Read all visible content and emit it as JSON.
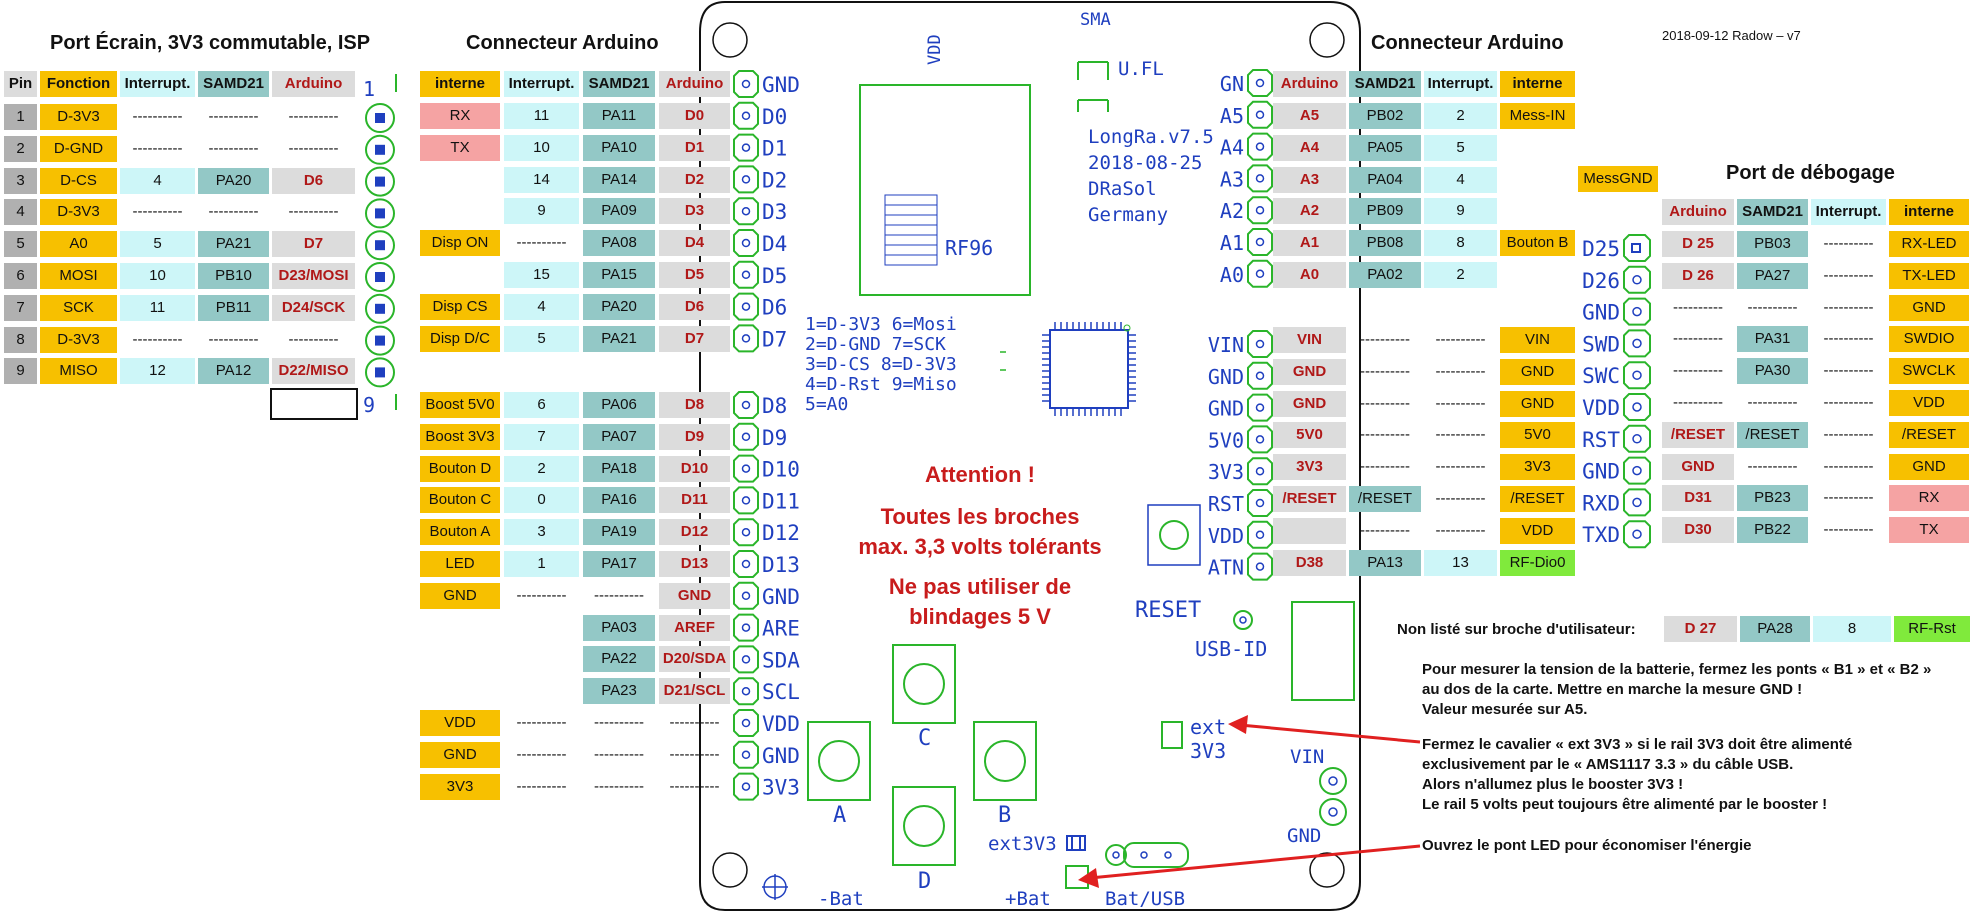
{
  "header": {
    "left_title": "Port Écrain, 3V3 commutable, ISP",
    "mid_title": "Connecteur Arduino",
    "right_title": "Connecteur Arduino",
    "debug_title": "Port de débogage",
    "version": "2018-09-12 Radow – v7"
  },
  "colors": {
    "gray": "#b0b0b0",
    "light_gray": "#dcdcdc",
    "yellow": "#f7c000",
    "teal": "#93c8c6",
    "cyan": "#cdf6f8",
    "pink": "#f5a3a3",
    "green": "#80ea3c",
    "board": "#2ab52a",
    "silk": "#1f3fbf",
    "arduino_red": "#b01818",
    "warning": "#c81c1c",
    "arrow": "#e02020"
  },
  "left_table": {
    "headers": [
      "Pin",
      "Fonction",
      "Interrupt.",
      "SAMD21",
      "Arduino"
    ],
    "rows": [
      [
        "1",
        "D-3V3",
        "----------",
        "----------",
        "----------"
      ],
      [
        "2",
        "D-GND",
        "----------",
        "----------",
        "----------"
      ],
      [
        "3",
        "D-CS",
        "4",
        "PA20",
        "D6"
      ],
      [
        "4",
        "D-3V3",
        "----------",
        "----------",
        "----------"
      ],
      [
        "5",
        "A0",
        "5",
        "PA21",
        "D7"
      ],
      [
        "6",
        "MOSI",
        "10",
        "PB10",
        "D23/MOSI"
      ],
      [
        "7",
        "SCK",
        "11",
        "PB11",
        "D24/SCK"
      ],
      [
        "8",
        "D-3V3",
        "----------",
        "----------",
        "----------"
      ],
      [
        "9",
        "MISO",
        "12",
        "PA12",
        "D22/MISO"
      ]
    ],
    "connector_first": "1",
    "connector_last": "9"
  },
  "mid_table": {
    "headers": [
      "interne",
      "Interrupt.",
      "SAMD21",
      "Arduino"
    ],
    "rows": [
      [
        "RX",
        "11",
        "PA11",
        "D0"
      ],
      [
        "TX",
        "10",
        "PA10",
        "D1"
      ],
      [
        "",
        "14",
        "PA14",
        "D2"
      ],
      [
        "",
        "9",
        "PA09",
        "D3"
      ],
      [
        "Disp ON",
        "----------",
        "PA08",
        "D4"
      ],
      [
        "",
        "15",
        "PA15",
        "D5"
      ],
      [
        "Disp CS",
        "4",
        "PA20",
        "D6"
      ],
      [
        "Disp D/C",
        "5",
        "PA21",
        "D7"
      ],
      [
        "Boost 5V0",
        "6",
        "PA06",
        "D8"
      ],
      [
        "Boost 3V3",
        "7",
        "PA07",
        "D9"
      ],
      [
        "Bouton D",
        "2",
        "PA18",
        "D10"
      ],
      [
        "Bouton C",
        "0",
        "PA16",
        "D11"
      ],
      [
        "Bouton A",
        "3",
        "PA19",
        "D12"
      ],
      [
        "LED",
        "1",
        "PA17",
        "D13"
      ],
      [
        "GND",
        "----------",
        "----------",
        "GND"
      ],
      [
        "",
        "",
        "PA03",
        "AREF"
      ],
      [
        "",
        "",
        "PA22",
        "D20/SDA"
      ],
      [
        "",
        "",
        "PA23",
        "D21/SCL"
      ],
      [
        "VDD",
        "----------",
        "----------",
        "----------"
      ],
      [
        "GND",
        "----------",
        "----------",
        "----------"
      ],
      [
        "3V3",
        "----------",
        "----------",
        "----------"
      ]
    ],
    "pins": [
      "GND",
      "D0",
      "D1",
      "D2",
      "D3",
      "D4",
      "D5",
      "D6",
      "D7",
      "D8",
      "D9",
      "D10",
      "D11",
      "D12",
      "D13",
      "GND",
      "ARE",
      "SDA",
      "SCL",
      "VDD",
      "GND",
      "3V3"
    ]
  },
  "right_table": {
    "headers": [
      "Arduino",
      "SAMD21",
      "Interrupt.",
      "interne"
    ],
    "rows": [
      [
        "A5",
        "PB02",
        "2",
        "Mess-IN"
      ],
      [
        "A4",
        "PA05",
        "5",
        ""
      ],
      [
        "A3",
        "PA04",
        "4",
        ""
      ],
      [
        "A2",
        "PB09",
        "9",
        ""
      ],
      [
        "A1",
        "PB08",
        "8",
        "Bouton B"
      ],
      [
        "A0",
        "PA02",
        "2",
        ""
      ],
      [
        "VIN",
        "----------",
        "----------",
        "VIN"
      ],
      [
        "GND",
        "----------",
        "----------",
        "GND"
      ],
      [
        "GND",
        "----------",
        "----------",
        "GND"
      ],
      [
        "5V0",
        "----------",
        "----------",
        "5V0"
      ],
      [
        "3V3",
        "----------",
        "----------",
        "3V3"
      ],
      [
        "/RESET",
        "/RESET",
        "----------",
        "/RESET"
      ],
      [
        "",
        "----------",
        "----------",
        "VDD"
      ],
      [
        "D38",
        "PA13",
        "13",
        "RF-Dio0"
      ]
    ],
    "pins_top": [
      "GN",
      "A5",
      "A4",
      "A3",
      "A2",
      "A1",
      "A0"
    ],
    "pins_bottom": [
      "VIN",
      "GND",
      "GND",
      "5V0",
      "3V3",
      "RST",
      "VDD",
      "ATN"
    ],
    "messgnd": "MessGND"
  },
  "debug_table": {
    "headers": [
      "Arduino",
      "SAMD21",
      "Interrupt.",
      "interne"
    ],
    "rows": [
      [
        "D 25",
        "PB03",
        "----------",
        "RX-LED"
      ],
      [
        "D 26",
        "PA27",
        "----------",
        "TX-LED"
      ],
      [
        "----------",
        "----------",
        "----------",
        "GND"
      ],
      [
        "----------",
        "PA31",
        "----------",
        "SWDIO"
      ],
      [
        "----------",
        "PA30",
        "----------",
        "SWCLK"
      ],
      [
        "----------",
        "----------",
        "----------",
        "VDD"
      ],
      [
        "/RESET",
        "/RESET",
        "----------",
        "/RESET"
      ],
      [
        "GND",
        "----------",
        "----------",
        "GND"
      ],
      [
        "D31",
        "PB23",
        "----------",
        "RX"
      ],
      [
        "D30",
        "PB22",
        "----------",
        "TX"
      ]
    ],
    "pins": [
      "D25",
      "D26",
      "GND",
      "SWD",
      "SWC",
      "VDD",
      "RST",
      "GND",
      "RXD",
      "TXD"
    ]
  },
  "unlisted": {
    "label": "Non listé sur broche d'utilisateur:",
    "values": [
      "D 27",
      "PA28",
      "8",
      "RF-Rst"
    ]
  },
  "board": {
    "sma": "SMA",
    "vdd": "VDD",
    "ufl": "U.FL",
    "rf96": "RF96",
    "info": [
      "LongRa.v7.5",
      "2018-08-25",
      "DRaSol",
      "Germany"
    ],
    "pinmap": [
      "1=D-3V3 6=Mosi",
      "2=D-GND 7=SCK",
      "3=D-CS  8=D-3V3",
      "4=D-Rst 9=Miso",
      "5=A0"
    ],
    "reset": "RESET",
    "usbid": "USB-ID",
    "ext": "ext",
    "ext3v3": "3V3",
    "vin": "VIN",
    "gnd": "GND",
    "btn_a": "A",
    "btn_b": "B",
    "btn_c": "C",
    "btn_d": "D",
    "minus_bat": "-Bat",
    "plus_bat": "+Bat",
    "bat_usb": "Bat/USB",
    "ext3v3_bridge": "ext3V3"
  },
  "warning": {
    "line1": "Attention !",
    "line2": "Toutes les broches",
    "line3": "max. 3,3 volts tolérants",
    "line4": "Ne pas utiliser de",
    "line5": "blindages 5 V"
  },
  "notes": {
    "battery": [
      "Pour mesurer la tension de la batterie, fermez les ponts « B1 » et « B2 »",
      "au dos de la carte. Mettre en marche la mesure GND !",
      "Valeur mesurée sur A5."
    ],
    "ext3v3": [
      "Fermez le cavalier « ext 3V3 » si le rail 3V3 doit être alimenté",
      "exclusivement par le « AMS1117 3.3 » du câble USB.",
      "Alors n'allumez plus le booster 3V3 !",
      "Le rail 5 volts peut toujours être alimenté par le booster !"
    ],
    "led": "Ouvrez le pont LED pour économiser l'énergie"
  }
}
